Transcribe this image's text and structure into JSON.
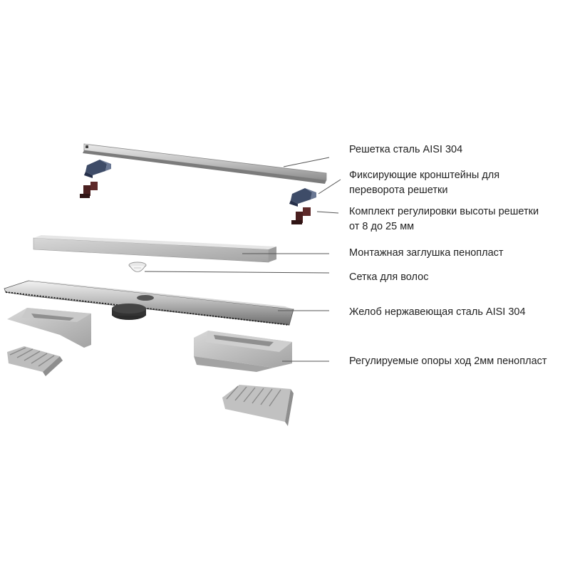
{
  "labels": {
    "grate": "Решетка  сталь AISI 304",
    "brackets_1": "Фиксирующие кронштейны для",
    "brackets_2": "переворота решетки",
    "height_kit_1": "Комплект регулировки высоты решетки",
    "height_kit_2": "от 8 до 25 мм",
    "cap": "Монтажная заглушка  пенопласт",
    "hair_mesh": "Сетка для волос",
    "channel": "Желоб нержавеющая сталь AISI 304",
    "supports": "Регулируемые опоры ход 2мм пенопласт"
  },
  "colors": {
    "steel_light": "#d4d4d4",
    "steel_mid": "#a9a9a9",
    "steel_dark": "#555555",
    "foam": "#b8b8b8",
    "foam_dark": "#8f8f8f",
    "bracket_blue": "#3b4a66",
    "bracket_red": "#4a1c1c",
    "leader": "#555555"
  }
}
